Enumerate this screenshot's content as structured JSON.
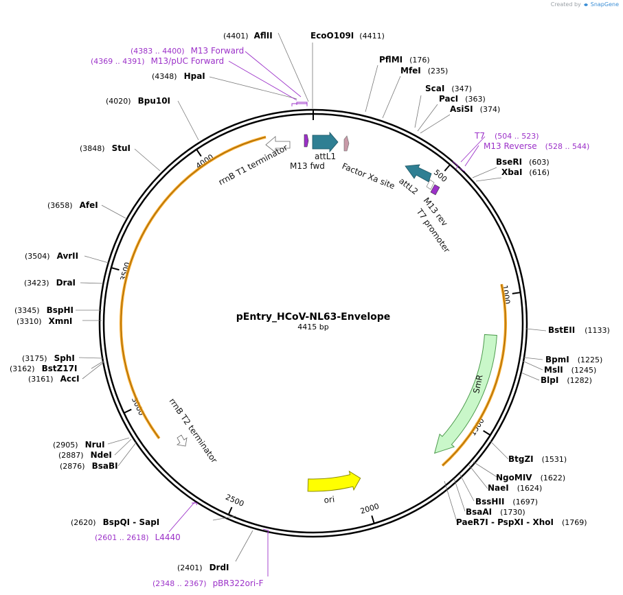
{
  "credit": {
    "prefix": "Created by",
    "brand": "SnapGene"
  },
  "plasmid": {
    "name": "pEntry_HCoV-NL63-Envelope",
    "length_label": "4415 bp",
    "length": 4415
  },
  "ticks": [
    {
      "label": "500",
      "pos": 500
    },
    {
      "label": "1000",
      "pos": 1000
    },
    {
      "label": "1500",
      "pos": 1500
    },
    {
      "label": "2000",
      "pos": 2000
    },
    {
      "label": "2500",
      "pos": 2500
    },
    {
      "label": "3000",
      "pos": 3000
    },
    {
      "label": "3500",
      "pos": 3500
    },
    {
      "label": "4000",
      "pos": 4000
    }
  ],
  "enzymes": [
    {
      "name": "AflII",
      "pos_label": "(4401)",
      "pos": 4401
    },
    {
      "name": "EcoO109I",
      "pos_label": "(4411)",
      "pos": 4411
    },
    {
      "name": "PflMI",
      "pos_label": "(176)",
      "pos": 176
    },
    {
      "name": "MfeI",
      "pos_label": "(235)",
      "pos": 235
    },
    {
      "name": "ScaI",
      "pos_label": "(347)",
      "pos": 347
    },
    {
      "name": "PacI",
      "pos_label": "(363)",
      "pos": 363
    },
    {
      "name": "AsiSI",
      "pos_label": "(374)",
      "pos": 374
    },
    {
      "name": "BseRI",
      "pos_label": "(603)",
      "pos": 603
    },
    {
      "name": "XbaI",
      "pos_label": "(616)",
      "pos": 616
    },
    {
      "name": "BstEII",
      "pos_label": "(1133)",
      "pos": 1133
    },
    {
      "name": "BpmI",
      "pos_label": "(1225)",
      "pos": 1225
    },
    {
      "name": "MslI",
      "pos_label": "(1245)",
      "pos": 1245
    },
    {
      "name": "BlpI",
      "pos_label": "(1282)",
      "pos": 1282
    },
    {
      "name": "BtgZI",
      "pos_label": "(1531)",
      "pos": 1531
    },
    {
      "name": "NgoMIV",
      "pos_label": "(1622)",
      "pos": 1622
    },
    {
      "name": "NaeI",
      "pos_label": "(1624)",
      "pos": 1624
    },
    {
      "name": "BssHII",
      "pos_label": "(1697)",
      "pos": 1697
    },
    {
      "name": "BsaAI",
      "pos_label": "(1730)",
      "pos": 1730
    },
    {
      "name": "PaeR7I - PspXI - XhoI",
      "pos_label": "(1769)",
      "pos": 1769
    },
    {
      "name": "DrdI",
      "pos_label": "(2401)",
      "pos": 2401
    },
    {
      "name": "BspQI - SapI",
      "pos_label": "(2620)",
      "pos": 2620
    },
    {
      "name": "BsaBI",
      "pos_label": "(2876)",
      "pos": 2876
    },
    {
      "name": "NdeI",
      "pos_label": "(2887)",
      "pos": 2887
    },
    {
      "name": "NruI",
      "pos_label": "(2905)",
      "pos": 2905
    },
    {
      "name": "AccI",
      "pos_label": "(3161)",
      "pos": 3161
    },
    {
      "name": "BstZ17I",
      "pos_label": "(3162)",
      "pos": 3162
    },
    {
      "name": "SphI",
      "pos_label": "(3175)",
      "pos": 3175
    },
    {
      "name": "XmnI",
      "pos_label": "(3310)",
      "pos": 3310
    },
    {
      "name": "BspHI",
      "pos_label": "(3345)",
      "pos": 3345
    },
    {
      "name": "DraI",
      "pos_label": "(3423)",
      "pos": 3423
    },
    {
      "name": "AvrII",
      "pos_label": "(3504)",
      "pos": 3504
    },
    {
      "name": "AfeI",
      "pos_label": "(3658)",
      "pos": 3658
    },
    {
      "name": "StuI",
      "pos_label": "(3848)",
      "pos": 3848
    },
    {
      "name": "Bpu10I",
      "pos_label": "(4020)",
      "pos": 4020
    },
    {
      "name": "HpaI",
      "pos_label": "(4348)",
      "pos": 4348
    }
  ],
  "primers": [
    {
      "name": "M13 Forward",
      "range_label": "(4383 .. 4400)",
      "start": 4383,
      "end": 4400,
      "strand": "+"
    },
    {
      "name": "M13/pUC Forward",
      "range_label": "(4369 .. 4391)",
      "start": 4369,
      "end": 4391,
      "strand": "+"
    },
    {
      "name": "T7",
      "range_label": "(504 .. 523)",
      "start": 504,
      "end": 523,
      "strand": "+"
    },
    {
      "name": "M13 Reverse",
      "range_label": "(528 .. 544)",
      "start": 528,
      "end": 544,
      "strand": "-"
    },
    {
      "name": "pBR322ori-F",
      "range_label": "(2348 .. 2367)",
      "start": 2348,
      "end": 2367,
      "strand": "+"
    },
    {
      "name": "L4440",
      "range_label": "(2601 .. 2618)",
      "start": 2601,
      "end": 2618,
      "strand": "-"
    }
  ],
  "features": [
    {
      "name": "M13 fwd",
      "color": "#9b30c8"
    },
    {
      "name": "attL1",
      "color": "#2f7f93"
    },
    {
      "name": "Factor Xa site",
      "color": "#c89aa8"
    },
    {
      "name": "rrnB T1 terminator",
      "color": "#ffffff"
    },
    {
      "name": "attL2",
      "color": "#2f7f93"
    },
    {
      "name": "M13 rev",
      "color": "#9b30c8"
    },
    {
      "name": "T7 promoter",
      "color": "#ffffff"
    },
    {
      "name": "SmR",
      "color": "#c9f7c9"
    },
    {
      "name": "ori",
      "color": "#ffff00"
    },
    {
      "name": "rrnB T2 terminator",
      "color": "#ffffff"
    }
  ],
  "colors": {
    "enzyme": "#000000",
    "primer": "#9b30c8",
    "orf": "#f5a623",
    "backbone": "#000000"
  }
}
